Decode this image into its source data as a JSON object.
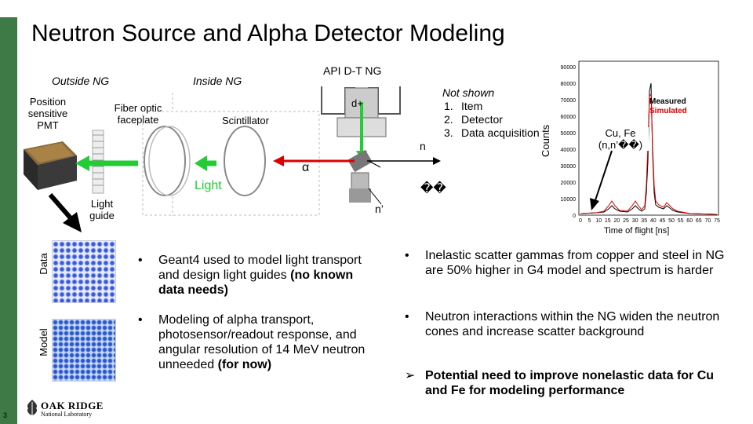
{
  "title": "Neutron Source and Alpha Detector Modeling",
  "labels": {
    "outside_ng": "Outside NG",
    "inside_ng": "Inside NG",
    "api_ng": "API D-T NG",
    "pmt": "Position sensitive PMT",
    "fiber": "Fiber optic faceplate",
    "scintillator": "Scintillator",
    "dplus": "d+",
    "n": "n",
    "alpha": "α",
    "light": "Light",
    "light_guide": "Light guide",
    "n_prime": "n’",
    "boxes": "��",
    "data_axis": "Data",
    "model_axis": "Model"
  },
  "not_shown": {
    "heading": "Not shown",
    "items": [
      "Item",
      "Detector",
      "Data acquisition"
    ]
  },
  "chart": {
    "ylabel": "Counts",
    "xlabel": "Time of flight [ns]",
    "legend": [
      "Measured",
      "Simulated"
    ],
    "annotation": "Cu, Fe (n,n’��)",
    "yticks": [
      "90000",
      "80000",
      "70000",
      "60000",
      "50000",
      "40000",
      "30000",
      "20000",
      "10000",
      "0"
    ],
    "xticks": [
      "0",
      "5",
      "10",
      "15",
      "20",
      "25",
      "30",
      "35",
      "40",
      "45",
      "50",
      "55",
      "60",
      "65",
      "70",
      "75"
    ]
  },
  "bullets_left": [
    {
      "text": "Geant4 used to model light transport and design light guides",
      "bold": "(no known data needs)"
    },
    {
      "text": "Modeling of alpha transport, photosensor/readout response, and angular resolution of 14 MeV neutron unneeded",
      "bold": "(for now)"
    }
  ],
  "bullets_right": [
    {
      "text": "Inelastic scatter gammas from copper and steel in NG are 50% higher in G4 model and spectrum is harder"
    },
    {
      "text": "Neutron interactions within the NG widen the neutron cones and increase scatter background"
    }
  ],
  "arrow_bullet": "Potential need to improve nonelastic data for Cu and Fe for modeling performance",
  "logo": {
    "line1": "OAK RIDGE",
    "line2": "National Laboratory"
  },
  "page_number": "3",
  "colors": {
    "green_bar": "#3d7a45",
    "arrow_green": "#22cc33",
    "red": "#dd0000",
    "measured": "#000000",
    "simulated": "#dd0000"
  }
}
